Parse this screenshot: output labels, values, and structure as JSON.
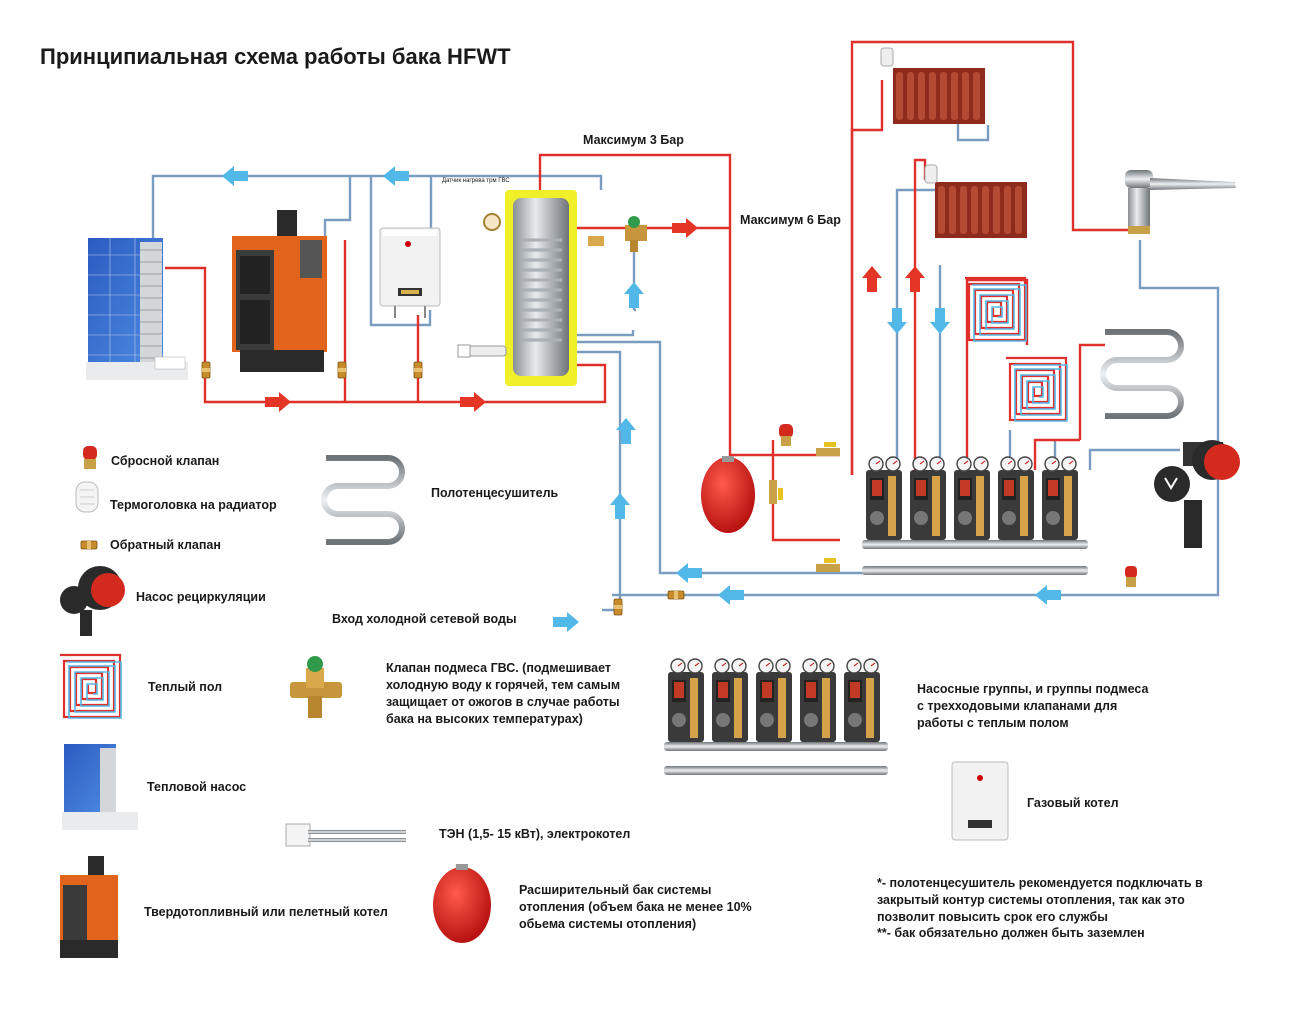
{
  "title": "Принципиальная схема работы бака  HFWT",
  "pressure": {
    "max3": "Максимум 3 Бар",
    "max6": "Максимум 6 Бар"
  },
  "sensor_label": "Датчик нагрева трм ГВС",
  "cold_water_inlet": "Вход холодной сетевой воды",
  "legend": {
    "relief_valve": "Сбросной клапан",
    "thermohead": "Термоголовка на радиатор",
    "check_valve": "Обратный клапан",
    "circ_pump": "Насос рециркуляции",
    "floor_heating": "Теплый пол",
    "heat_pump": "Тепловой насос",
    "solid_fuel_boiler": "Твердотопливный или пелетный котел",
    "towel_rail": "Полотенцесушитель",
    "mix_valve": "Клапан подмеса ГВС. (подмешивает холодную воду к горячей, тем самым защищает от ожогов в случае работы бака на высоких температурах)",
    "heater": "ТЭН (1,5- 15 кВт), электрокотел",
    "expansion_tank": "Расширительный бак системы отопления (объем бака не менее 10% обьема системы отопления)",
    "pump_groups": "Насосные группы, и группы подмеса с трехходовыми клапанами для работы с теплым полом",
    "gas_boiler": "Газовый котел"
  },
  "notes": {
    "note1": "*- полотенцесушитель рекомендуется подключать в закрытый контур системы отопления, так как это позволит повысить срок его службы",
    "note2": "**- бак обязательно должен быть заземлен"
  },
  "colors": {
    "hot_pipe": "#e0302c",
    "cold_pipe": "#7a9cc0",
    "arrow_hot": "#e53527",
    "arrow_cold": "#52b8e8",
    "tank_yellow": "#f0f02a",
    "boiler_orange": "#e2631b",
    "solar_blue": "#2f62c6",
    "radiator": "#8e2b1c"
  }
}
